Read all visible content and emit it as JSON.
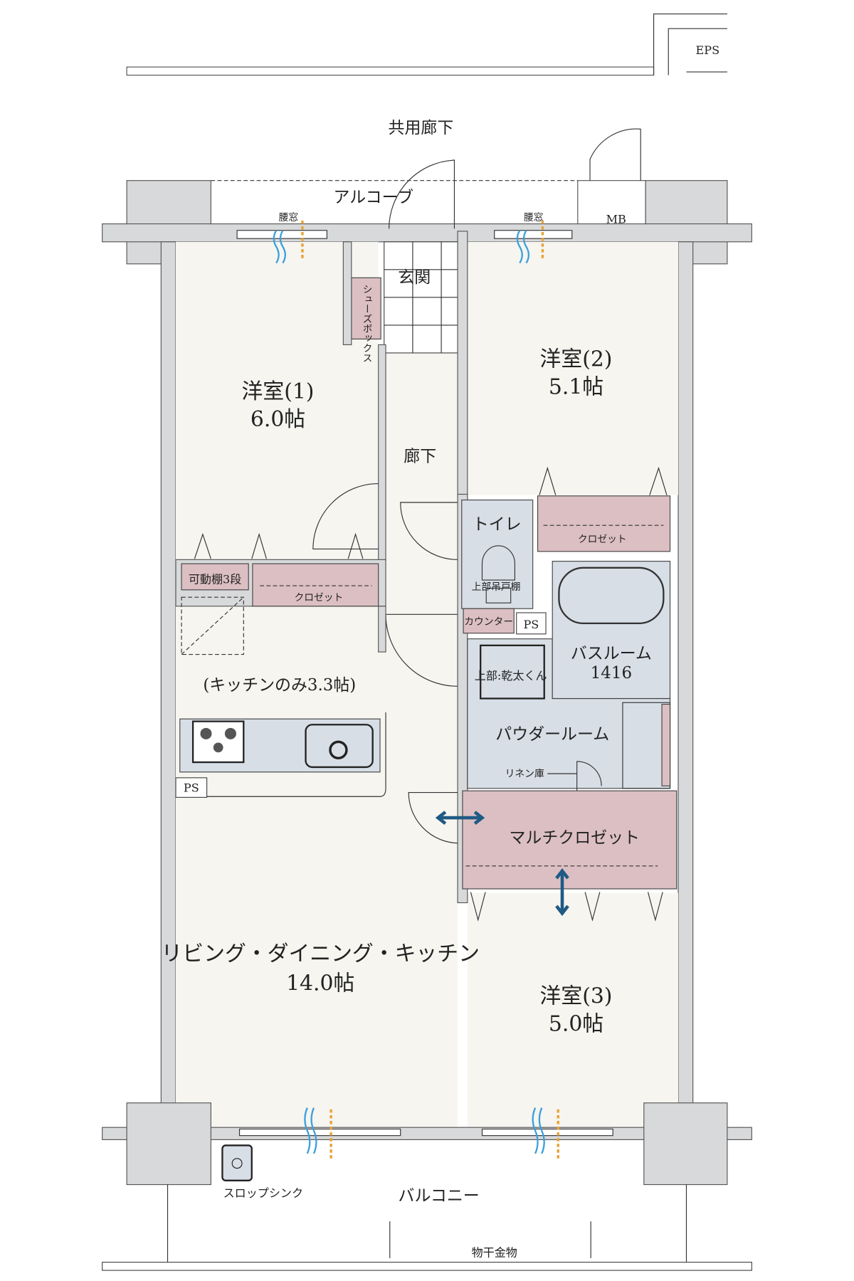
{
  "labels": {
    "eps": "EPS",
    "common_corridor": "共用廊下",
    "alcove": "アルコーブ",
    "mb": "MB",
    "waist_window_1": "腰窓",
    "waist_window_2": "腰窓",
    "entrance": "玄関",
    "shoe_box": "シューズボックス",
    "room1_name": "洋室(1)",
    "room1_size": "6.0帖",
    "room2_name": "洋室(2)",
    "room2_size": "5.1帖",
    "room3_name": "洋室(3)",
    "room3_size": "5.0帖",
    "hallway": "廊下",
    "toilet": "トイレ",
    "upper_cabinet": "上部吊戸棚",
    "counter": "カウンター",
    "ps_1": "PS",
    "ps_2": "PS",
    "closet_room2": "クロゼット",
    "closet_room1": "クロゼット",
    "adjustable_shelf": "可動棚3段",
    "bathroom": "バスルーム",
    "bathroom_size": "1416",
    "dryer": "上部:乾太くん",
    "powder_room": "パウダールーム",
    "linen": "リネン庫",
    "multi_closet": "マルチクロゼット",
    "kitchen_only": "(キッチンのみ3.3帖)",
    "ldk_name": "リビング・ダイニング・キッチン",
    "ldk_size": "14.0帖",
    "slop_sink": "スロップシンク",
    "balcony": "バルコニー",
    "clothes_hanger": "物干金物"
  },
  "colors": {
    "wall": "#d8d9da",
    "floor": "#f6f5f0",
    "wet_area": "#d7dee6",
    "closet": "#dcbfc3",
    "arrow": "#1f5a85"
  }
}
